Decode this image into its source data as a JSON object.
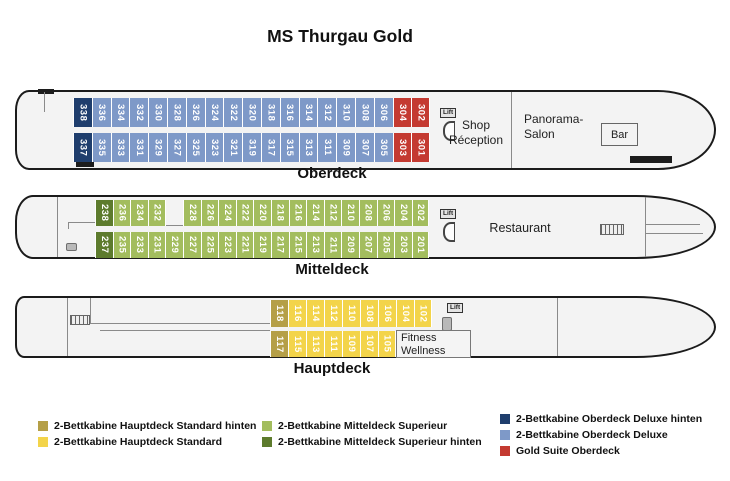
{
  "title": "MS Thurgau Gold",
  "colors": {
    "odh": "#1f3e6d",
    "od": "#7e99c8",
    "gs": "#c43a31",
    "ms": "#a3bd5e",
    "msh": "#5d7b2d",
    "hs": "#f3d44a",
    "hsh": "#b59f47"
  },
  "decks": [
    {
      "label": "Oberdeck",
      "top": [
        {
          "n": "338",
          "t": "odh"
        },
        {
          "n": "336",
          "t": "od"
        },
        {
          "n": "334",
          "t": "od"
        },
        {
          "n": "332",
          "t": "od"
        },
        {
          "n": "330",
          "t": "od"
        },
        {
          "n": "328",
          "t": "od"
        },
        {
          "n": "326",
          "t": "od"
        },
        {
          "n": "324",
          "t": "od"
        },
        {
          "n": "322",
          "t": "od"
        },
        {
          "n": "320",
          "t": "od"
        },
        {
          "n": "318",
          "t": "od"
        },
        {
          "n": "316",
          "t": "od"
        },
        {
          "n": "314",
          "t": "od"
        },
        {
          "n": "312",
          "t": "od"
        },
        {
          "n": "310",
          "t": "od"
        },
        {
          "n": "308",
          "t": "od"
        },
        {
          "n": "306",
          "t": "od"
        },
        {
          "n": "304",
          "t": "gs"
        },
        {
          "n": "302",
          "t": "gs"
        }
      ],
      "bottom": [
        {
          "n": "337",
          "t": "odh"
        },
        {
          "n": "335",
          "t": "od"
        },
        {
          "n": "333",
          "t": "od"
        },
        {
          "n": "331",
          "t": "od"
        },
        {
          "n": "329",
          "t": "od"
        },
        {
          "n": "327",
          "t": "od"
        },
        {
          "n": "325",
          "t": "od"
        },
        {
          "n": "323",
          "t": "od"
        },
        {
          "n": "321",
          "t": "od"
        },
        {
          "n": "319",
          "t": "od"
        },
        {
          "n": "317",
          "t": "od"
        },
        {
          "n": "315",
          "t": "od"
        },
        {
          "n": "313",
          "t": "od"
        },
        {
          "n": "311",
          "t": "od"
        },
        {
          "n": "309",
          "t": "od"
        },
        {
          "n": "307",
          "t": "od"
        },
        {
          "n": "305",
          "t": "od"
        },
        {
          "n": "303",
          "t": "gs"
        },
        {
          "n": "301",
          "t": "gs"
        }
      ],
      "rooms": {
        "lift": "Lift",
        "shop1": "Shop",
        "shop2": "Réception",
        "salon1": "Panorama-",
        "salon2": "Salon",
        "bar": "Bar"
      }
    },
    {
      "label": "Mitteldeck",
      "top": [
        {
          "n": "238",
          "t": "msh"
        },
        {
          "n": "236",
          "t": "ms"
        },
        {
          "n": "234",
          "t": "ms"
        },
        {
          "n": "232",
          "t": "ms"
        },
        {
          "gap": true
        },
        {
          "n": "228",
          "t": "ms"
        },
        {
          "n": "226",
          "t": "ms"
        },
        {
          "n": "224",
          "t": "ms"
        },
        {
          "n": "222",
          "t": "ms"
        },
        {
          "n": "220",
          "t": "ms"
        },
        {
          "n": "218",
          "t": "ms"
        },
        {
          "n": "216",
          "t": "ms"
        },
        {
          "n": "214",
          "t": "ms"
        },
        {
          "n": "212",
          "t": "ms"
        },
        {
          "n": "210",
          "t": "ms"
        },
        {
          "n": "208",
          "t": "ms"
        },
        {
          "n": "206",
          "t": "ms"
        },
        {
          "n": "204",
          "t": "ms"
        },
        {
          "n": "202",
          "t": "ms"
        }
      ],
      "bottom": [
        {
          "n": "237",
          "t": "msh"
        },
        {
          "n": "235",
          "t": "ms"
        },
        {
          "n": "233",
          "t": "ms"
        },
        {
          "n": "231",
          "t": "ms"
        },
        {
          "n": "229",
          "t": "ms"
        },
        {
          "n": "227",
          "t": "ms"
        },
        {
          "n": "225",
          "t": "ms"
        },
        {
          "n": "223",
          "t": "ms"
        },
        {
          "n": "221",
          "t": "ms"
        },
        {
          "n": "219",
          "t": "ms"
        },
        {
          "n": "217",
          "t": "ms"
        },
        {
          "n": "215",
          "t": "ms"
        },
        {
          "n": "213",
          "t": "ms"
        },
        {
          "n": "211",
          "t": "ms"
        },
        {
          "n": "209",
          "t": "ms"
        },
        {
          "n": "207",
          "t": "ms"
        },
        {
          "n": "205",
          "t": "ms"
        },
        {
          "n": "203",
          "t": "ms"
        },
        {
          "n": "201",
          "t": "ms"
        }
      ],
      "rooms": {
        "lift": "Lift",
        "restaurant": "Restaurant"
      }
    },
    {
      "label": "Hauptdeck",
      "top": [
        {
          "n": "118",
          "t": "hsh"
        },
        {
          "n": "116",
          "t": "hs"
        },
        {
          "n": "114",
          "t": "hs"
        },
        {
          "n": "112",
          "t": "hs"
        },
        {
          "n": "110",
          "t": "hs"
        },
        {
          "n": "108",
          "t": "hs"
        },
        {
          "n": "106",
          "t": "hs"
        },
        {
          "n": "104",
          "t": "hs"
        },
        {
          "n": "102",
          "t": "hs"
        }
      ],
      "bottom": [
        {
          "n": "117",
          "t": "hsh"
        },
        {
          "n": "115",
          "t": "hs"
        },
        {
          "n": "113",
          "t": "hs"
        },
        {
          "n": "111",
          "t": "hs"
        },
        {
          "n": "109",
          "t": "hs"
        },
        {
          "n": "107",
          "t": "hs"
        },
        {
          "n": "105",
          "t": "hs"
        }
      ],
      "rooms": {
        "lift": "Lift",
        "fitness1": "Fitness",
        "fitness2": "Wellness"
      }
    }
  ],
  "legend": {
    "columns": [
      [
        {
          "t": "hsh",
          "label": "2-Bettkabine Hauptdeck Standard hinten"
        },
        {
          "t": "hs",
          "label": "2-Bettkabine Hauptdeck Standard"
        }
      ],
      [
        {
          "t": "ms",
          "label": "2-Bettkabine Mitteldeck Superieur"
        },
        {
          "t": "msh",
          "label": "2-Bettkabine Mitteldeck Superieur hinten"
        }
      ],
      [
        {
          "t": "odh",
          "label": "2-Bettkabine Oberdeck Deluxe hinten"
        },
        {
          "t": "od",
          "label": "2-Bettkabine Oberdeck Deluxe"
        },
        {
          "t": "gs",
          "label": "Gold Suite Oberdeck"
        }
      ]
    ]
  }
}
